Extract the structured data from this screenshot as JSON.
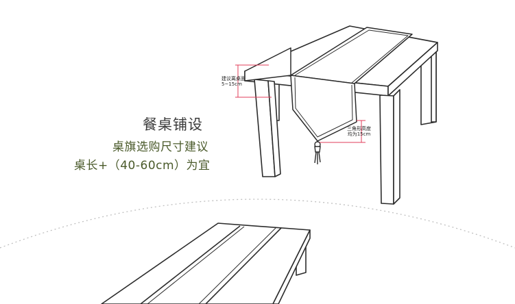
{
  "callouts": {
    "height_line1": "建议离桌面",
    "height_line2": "5~15cm",
    "triangle_line1": "三角形高度",
    "triangle_line2": "均为15cm"
  },
  "text": {
    "title": "餐桌铺设",
    "subtitle": "桌旗选购尺寸建议",
    "size_recommendation": "桌长+（40-60cm）为宜"
  },
  "colors": {
    "line": "#2b2b2b",
    "dimension": "#e23c5a",
    "title": "#3b3b3b",
    "accent_text": "#4a5a2a",
    "dotted_arc": "#bfbfbf"
  }
}
